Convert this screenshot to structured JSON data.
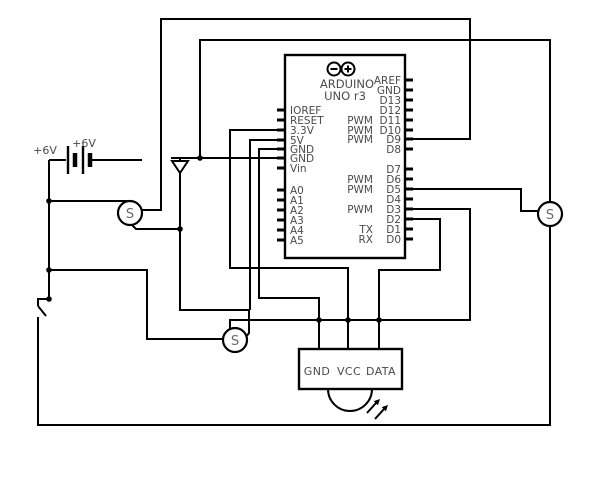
{
  "diagram": {
    "battery": {
      "cell1_label": "+6V",
      "cell2_label": "+6V"
    },
    "servos": [
      {
        "label": "S"
      },
      {
        "label": "S"
      },
      {
        "label": "S"
      }
    ],
    "arduino": {
      "brand": "ARDUINO",
      "model": "UNO r3",
      "left_pins": [
        "IOREF",
        "RESET",
        "3.3V",
        "5V",
        "GND",
        "GND",
        "Vin",
        "A0",
        "A1",
        "A2",
        "A3",
        "A4",
        "A5"
      ],
      "right_pins": [
        {
          "prefix": "",
          "label": "AREF"
        },
        {
          "prefix": "",
          "label": "GND"
        },
        {
          "prefix": "",
          "label": "D13"
        },
        {
          "prefix": "",
          "label": "D12"
        },
        {
          "prefix": "PWM",
          "label": "D11"
        },
        {
          "prefix": "PWM",
          "label": "D10"
        },
        {
          "prefix": "PWM",
          "label": "D9"
        },
        {
          "prefix": "",
          "label": "D8"
        },
        {
          "prefix": "",
          "label": "D7"
        },
        {
          "prefix": "PWM",
          "label": "D6"
        },
        {
          "prefix": "PWM",
          "label": "D5"
        },
        {
          "prefix": "",
          "label": "D4"
        },
        {
          "prefix": "PWM",
          "label": "D3"
        },
        {
          "prefix": "",
          "label": "D2"
        },
        {
          "prefix": "TX",
          "label": "D1"
        },
        {
          "prefix": "RX",
          "label": "D0"
        }
      ]
    },
    "sensor": {
      "pin1": "GND",
      "pin2": "VCC",
      "pin3": "DATA"
    }
  },
  "colors": {
    "wire": "#000000",
    "label": "#4a4a4a",
    "background": "#ffffff"
  }
}
